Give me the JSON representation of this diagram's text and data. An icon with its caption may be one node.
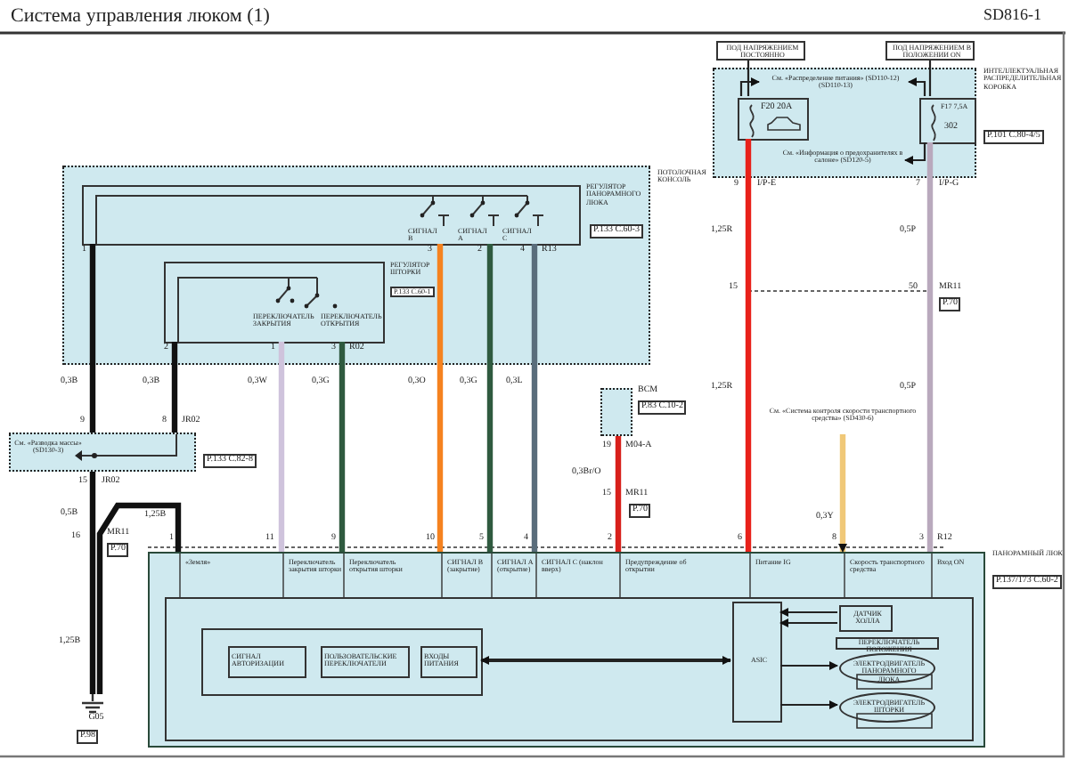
{
  "diagram": {
    "title": "Система управления люком (1)",
    "nodes": [
      {
        "text": [
          "ПОТОЛОЧНАЯ КОНСОЛЬ"
        ]
      },
      {
        "text": [
          "РЕГУЛЯТОР ПАНОРАМНОГО ЛЮКА",
          "P.133 C.60-3",
          "СИГНАЛ B",
          "СИГНАЛ A",
          "СИГНАЛ C"
        ],
        "in": 0
      },
      {
        "text": [
          "РЕГУЛЯТОР ШТОРКИ",
          "P.133 C.60-1",
          "ПЕРЕКЛЮЧАТЕЛЬ ЗАКРЫТИЯ",
          "ПЕРЕКЛЮЧАТЕЛЬ ОТКРЫТИЯ"
        ],
        "in": 0
      },
      {
        "text": [
          "ИНТЕЛЛЕКТУАЛЬНАЯ РАСПРЕДЕЛИТЕЛЬНАЯ КОРОБКА",
          "P.101 C.80-4/5"
        ]
      },
      {
        "text": [
          "F20 20A"
        ],
        "in": 3
      },
      {
        "text": [
          "F17 7,5A",
          "302"
        ],
        "in": 3
      },
      {
        "text": [
          "См. «Распределение питания» (SD110-12) (SD110-13)"
        ],
        "in": 3
      },
      {
        "text": [
          "См. «Информация о предохранителях в салоне» (SD120-5)"
        ],
        "in": 3
      },
      {
        "text": [
          "ПОД НАПРЯЖЕНИЕМ ПОСТОЯННО"
        ]
      },
      {
        "text": [
          "ПОД НАПРЯЖЕНИЕМ В ПОЛОЖЕНИИ ON"
        ]
      },
      {
        "text": [
          "См. «Разводка массы» (SD130-3)"
        ],
        "beside": [
          "P.133 C.82-8"
        ]
      },
      {
        "text": [
          "BCM",
          "P.83 C.10-2"
        ]
      },
      {
        "text": [
          "См. «Система контроля скорости транспортного средства» (SD430-6)"
        ]
      },
      {
        "text": [
          "ПАНОРАМНЫЙ ЛЮК",
          "P.137/173 C.60-2",
          "«Земля»",
          "Переключатель закрытия шторки",
          "Переключатель открытия шторки",
          "СИГНАЛ B (закрытие)",
          "СИГНАЛ A (открытие)",
          "СИГНАЛ C (наклон вверх)",
          "Предупреждение об открытии",
          "Питание IG",
          "Скорость транспортного средства",
          "Вход ON"
        ]
      },
      {
        "text": [],
        "shape": "box",
        "in": 13
      },
      {
        "text": [
          "СИГНАЛ АВТОРИЗАЦИИ"
        ],
        "in": 14
      },
      {
        "text": [
          "ПОЛЬЗОВАТЕЛЬСКИЕ ПЕРЕКЛЮЧАТЕЛИ"
        ],
        "in": 14
      },
      {
        "text": [
          "ВХОДЫ ПИТАНИЯ"
        ],
        "in": 14
      },
      {
        "text": [
          "ASIC"
        ],
        "in": 13
      },
      {
        "text": [
          "ДАТЧИК ХОЛЛА"
        ],
        "in": 13
      },
      {
        "text": [
          "ПЕРЕКЛЮЧАТЕЛЬ ПОЛОЖЕНИЯ"
        ],
        "in": 13
      },
      {
        "text": [
          "ЭЛЕКТРОДВИГАТЕЛЬ ПАНОРАМНОГО ЛЮКА"
        ],
        "in": 13
      },
      {
        "text": [
          "ЭЛЕКТРОДВИГАТЕЛЬ ШТОРКИ"
        ],
        "in": 13
      },
      {
        "text": [
          "G05",
          "P.98"
        ]
      }
    ],
    "edges": [
      {
        "from": 1,
        "to": 10,
        "arrow": "none",
        "label": "0,3B",
        "color": "#111111"
      },
      {
        "from": 2,
        "to": 10,
        "arrow": "none",
        "label": "0,3B",
        "color": "#111111"
      },
      {
        "from": 10,
        "to": 23,
        "arrow": "none",
        "label": "0,5B",
        "color": "#111111"
      },
      {
        "from": 13,
        "to": 23,
        "arrow": "none",
        "label": "1,25B",
        "color": "#111111"
      },
      {
        "from": 2,
        "to": 13,
        "arrow": "none",
        "label": "0,3W",
        "color": "#cfc3dc"
      },
      {
        "from": 2,
        "to": 13,
        "arrow": "none",
        "label": "0,3G",
        "color": "#2f5a3f"
      },
      {
        "from": 1,
        "to": 13,
        "arrow": "none",
        "label": "0,3O",
        "color": "#f5821f"
      },
      {
        "from": 1,
        "to": 13,
        "arrow": "none",
        "label": "0,3G",
        "color": "#2f5a3f"
      },
      {
        "from": 1,
        "to": 13,
        "arrow": "none",
        "label": "0,3L",
        "color": "#5a6d7b"
      },
      {
        "from": 11,
        "to": 13,
        "arrow": "none",
        "label": "0,3Br/O",
        "color": "#d8201b"
      },
      {
        "from": 4,
        "to": 13,
        "arrow": "none",
        "label": "1,25R",
        "color": "#e8211a"
      },
      {
        "from": 5,
        "to": 13,
        "arrow": "none",
        "label": "0,5P",
        "color": "#b9a9bd"
      },
      {
        "from": 12,
        "to": 13,
        "arrow": "to",
        "label": "0,3Y",
        "color": "#f0c878"
      },
      {
        "from": 8,
        "to": 4,
        "arrow": "none"
      },
      {
        "from": 9,
        "to": 5,
        "arrow": "none"
      },
      {
        "from": 4,
        "to": 6,
        "arrow": "to"
      },
      {
        "from": 5,
        "to": 6,
        "arrow": "to"
      },
      {
        "from": 5,
        "to": 7,
        "arrow": "to"
      },
      {
        "from": 14,
        "to": 18,
        "arrow": "both"
      },
      {
        "from": 19,
        "to": 18,
        "arrow": "to"
      },
      {
        "from": 19,
        "to": 18,
        "arrow": "to"
      },
      {
        "from": 18,
        "to": 21,
        "arrow": "to"
      },
      {
        "from": 18,
        "to": 22,
        "arrow": "to"
      }
    ],
    "labels": [
      "SD816-1",
      "1",
      "3",
      "2",
      "4",
      "R13",
      "9",
      "I/P-E",
      "7",
      "I/P-G",
      "15",
      "50",
      "MR11",
      "P.70",
      "2",
      "1",
      "3",
      "R02",
      "1,25R",
      "0,5P",
      "9",
      "8",
      "JR02",
      "19",
      "M04-A",
      "15",
      "JR02",
      "15",
      "MR11",
      "P.70",
      "16",
      "MR11",
      "P.70",
      "1",
      "11",
      "9",
      "10",
      "5",
      "4",
      "2",
      "6",
      "8",
      "3",
      "R12",
      "1,25B"
    ]
  }
}
